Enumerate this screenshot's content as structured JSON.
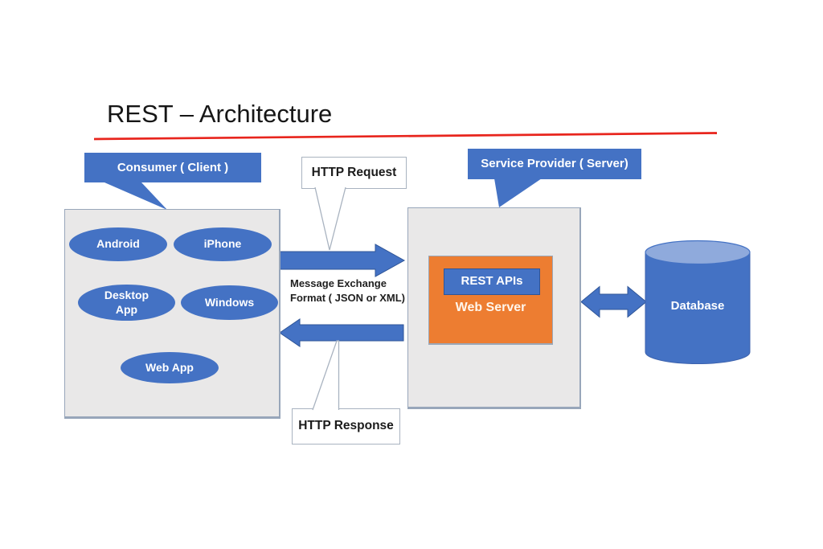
{
  "slide": {
    "title": "REST – Architecture"
  },
  "callouts": {
    "consumer": "Consumer ( Client )",
    "service_provider": "Service Provider ( Server)"
  },
  "client_box": {
    "items": [
      "Android",
      "iPhone",
      "Desktop App",
      "Windows",
      "Web App"
    ]
  },
  "messages": {
    "http_request": "HTTP Request",
    "http_response": "HTTP Response",
    "exchange_line1": "Message Exchange",
    "exchange_line2": "Format ( JSON or XML)"
  },
  "server_box": {
    "rest_apis": "REST APIs",
    "web_server": "Web Server"
  },
  "database": {
    "label": "Database"
  },
  "colors": {
    "accent-blue": "#4472C4",
    "accent-blue-dark": "#2F5597",
    "cylinder-top": "#8FAADC",
    "accent-orange": "#ED7D31",
    "box-gray": "#E9E8E8",
    "box-border": "#98A6BA",
    "underline-red": "#E8251D",
    "callout-border": "#A9B3C0"
  }
}
